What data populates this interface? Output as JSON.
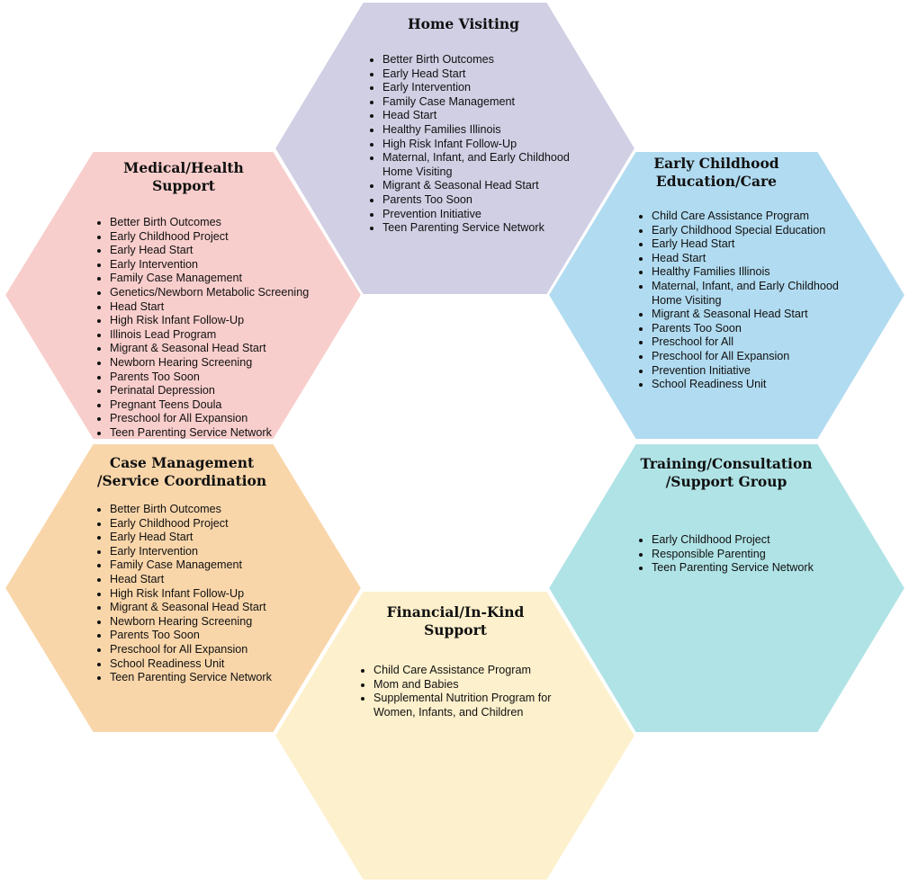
{
  "colors": {
    "home": "#d0cfe4",
    "medical": "#f8cecc",
    "early": "#b1dbf0",
    "case": "#f9d6aa",
    "training": "#b0e3e6",
    "financial": "#fdf0cc"
  },
  "hexagons": {
    "home": {
      "title": "Home Visiting",
      "items": [
        "Better Birth Outcomes",
        "Early Head Start",
        "Early Intervention",
        "Family Case Management",
        "Head Start",
        "Healthy Families Illinois",
        "High Risk Infant Follow-Up",
        "Maternal, Infant, and Early Childhood Home Visiting",
        "Migrant & Seasonal Head Start",
        "Parents Too Soon",
        "Prevention Initiative",
        "Teen Parenting Service Network"
      ]
    },
    "medical": {
      "title": "Medical/Health Support",
      "items": [
        "Better Birth Outcomes",
        "Early Childhood Project",
        "Early Head Start",
        "Early Intervention",
        "Family Case Management",
        "Genetics/Newborn Metabolic Screening",
        "Head Start",
        "High Risk Infant Follow-Up",
        "Illinois Lead Program",
        "Migrant & Seasonal Head Start",
        "Newborn Hearing Screening",
        "Parents Too Soon",
        "Perinatal Depression",
        "Pregnant Teens Doula",
        "Preschool for All Expansion",
        "Teen Parenting Service Network"
      ]
    },
    "early": {
      "title": "Early Childhood Education/Care",
      "items": [
        "Child Care Assistance Program",
        "Early Childhood Special Education",
        "Early Head Start",
        "Head Start",
        "Healthy Families Illinois",
        "Maternal, Infant, and Early Childhood Home Visiting",
        "Migrant & Seasonal Head Start",
        "Parents Too Soon",
        "Preschool for All",
        "Preschool for All Expansion",
        "Prevention Initiative",
        "School Readiness Unit"
      ]
    },
    "case": {
      "title": "Case Management /Service Coordination",
      "items": [
        "Better Birth Outcomes",
        "Early Childhood Project",
        "Early Head Start",
        "Early Intervention",
        "Family Case Management",
        "Head Start",
        "High Risk Infant Follow-Up",
        "Migrant & Seasonal Head Start",
        "Newborn Hearing Screening",
        "Parents Too Soon",
        "Preschool for All Expansion",
        "School Readiness Unit",
        "Teen Parenting Service Network"
      ]
    },
    "training": {
      "title": "Training/Consultation /Support Group",
      "items": [
        "Early Childhood Project",
        "Responsible Parenting",
        "Teen Parenting Service Network"
      ]
    },
    "financial": {
      "title": "Financial/In-Kind Support",
      "items": [
        "Child Care Assistance Program",
        "Mom and Babies",
        "Supplemental Nutrition Program for Women, Infants, and Children"
      ]
    }
  }
}
